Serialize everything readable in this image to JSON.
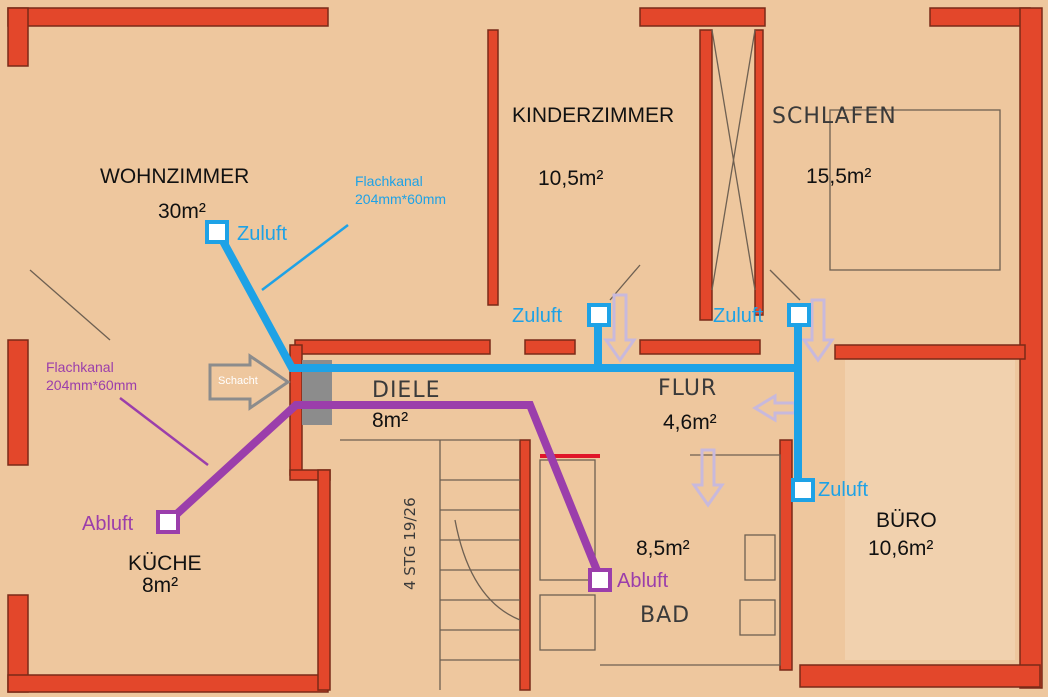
{
  "rooms": {
    "wohnzimmer": {
      "name": "WOHNZIMMER",
      "area": "30m²"
    },
    "kinderzimmer": {
      "name": "KINDERZIMMER",
      "area": "10,5m²"
    },
    "schlafen": {
      "name": "SCHLAFEN",
      "area": "15,5m²"
    },
    "diele": {
      "name": "DIELE",
      "area": "8m²"
    },
    "flur": {
      "name": "FLUR",
      "area": "4,6m²"
    },
    "kueche": {
      "name": "KÜCHE",
      "area": "8m²"
    },
    "bad": {
      "name": "BAD",
      "area": "8,5m²"
    },
    "buero": {
      "name": "BÜRO",
      "area": "10,6m²"
    }
  },
  "vents": {
    "zuluft_wohnzimmer": "Zuluft",
    "zuluft_kinderzimmer": "Zuluft",
    "zuluft_schlafen": "Zuluft",
    "zuluft_buero": "Zuluft",
    "abluft_kueche": "Abluft",
    "abluft_bad": "Abluft"
  },
  "ducts": {
    "supply": {
      "line1": "Flachkanal",
      "line2": "204mm*60mm"
    },
    "exhaust": {
      "line1": "Flachkanal",
      "line2": "204mm*60mm"
    }
  },
  "shaft": {
    "label": "Schacht"
  },
  "stair": {
    "text": "4 STG 19/26"
  },
  "colors": {
    "paper": "#eec79e",
    "wall": "#e3472b",
    "supply": "#1ea2e6",
    "exhaust": "#9b3eab",
    "shaft": "#8c8c8c",
    "flow_arrow": "#c8b9dc"
  }
}
